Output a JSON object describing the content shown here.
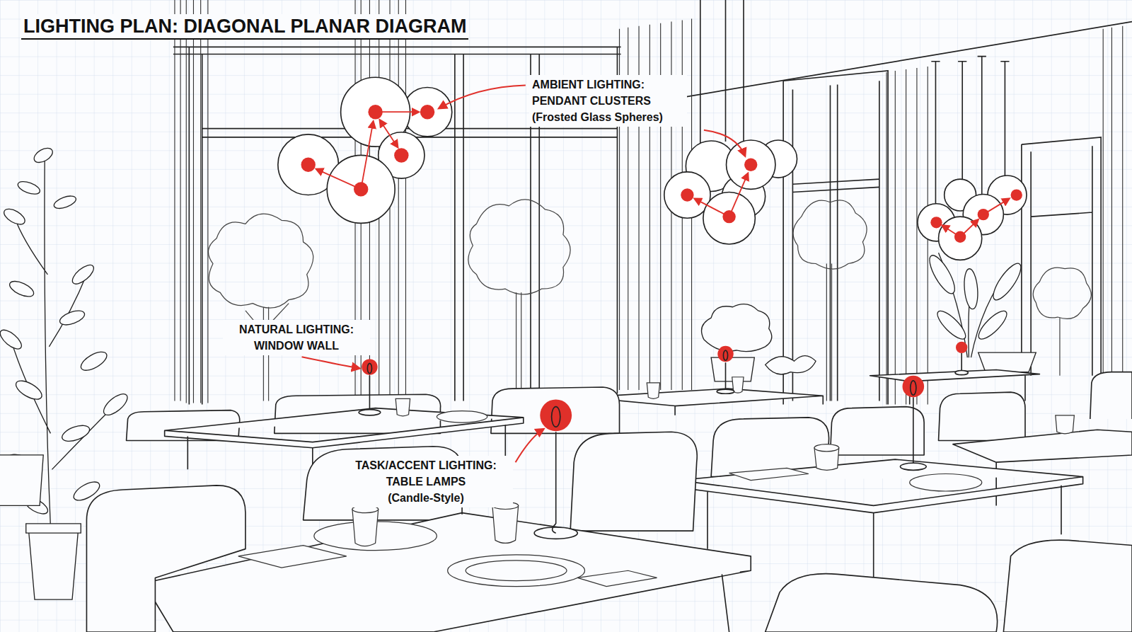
{
  "diagram": {
    "title": "LIGHTING PLAN: DIAGONAL PLANAR DIAGRAM",
    "labels": [
      "AMBIENT LIGHTING: PENDANT CLUSTERS",
      "(Frosted Glass Spheres)",
      "NATURAL LIGHTING: WINDOW WALL",
      "TASK/ACCENT LIGHTING: TABLE LAMPS",
      "(Candle-Style)"
    ]
  }
}
